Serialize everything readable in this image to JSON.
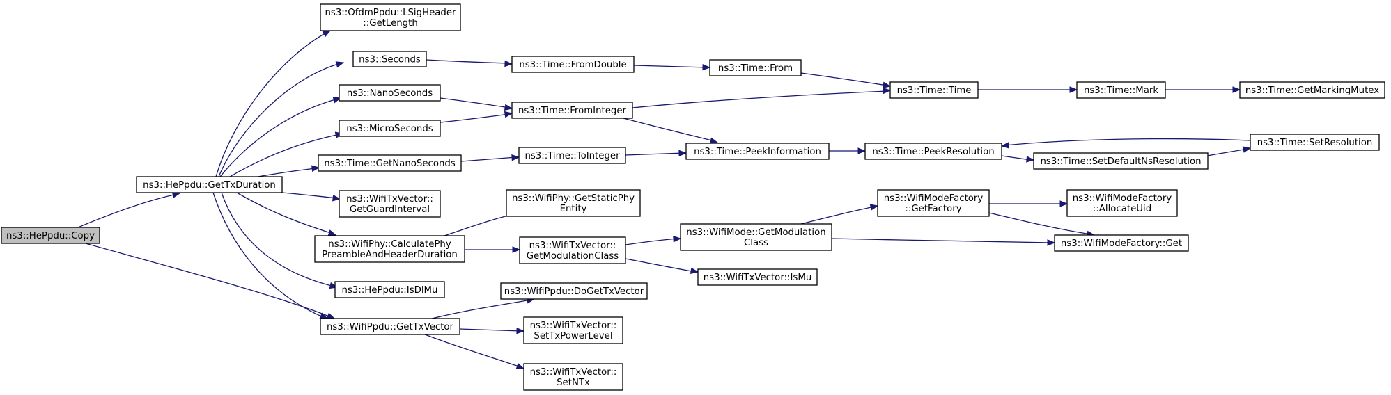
{
  "graph": {
    "colors": {
      "edge": "#191970",
      "node_fill": "#ffffff",
      "root_fill": "#bfbfbf",
      "border": "#000000"
    },
    "nodes": [
      {
        "id": "copy",
        "lines": [
          "ns3::HePpdu::Copy"
        ],
        "root": true
      },
      {
        "id": "gettxduration",
        "lines": [
          "ns3::HePpdu::GetTxDuration"
        ]
      },
      {
        "id": "getlength",
        "lines": [
          "ns3::OfdmPpdu::LSigHeader",
          "::GetLength"
        ]
      },
      {
        "id": "seconds",
        "lines": [
          "ns3::Seconds"
        ]
      },
      {
        "id": "nanoseconds",
        "lines": [
          "ns3::NanoSeconds"
        ]
      },
      {
        "id": "microseconds",
        "lines": [
          "ns3::MicroSeconds"
        ]
      },
      {
        "id": "getnanoseconds",
        "lines": [
          "ns3::Time::GetNanoSeconds"
        ]
      },
      {
        "id": "getguardinterval",
        "lines": [
          "ns3::WifiTxVector::",
          "GetGuardInterval"
        ]
      },
      {
        "id": "calcpreamble",
        "lines": [
          "ns3::WifiPhy::CalculatePhy",
          "PreambleAndHeaderDuration"
        ]
      },
      {
        "id": "isdlmu",
        "lines": [
          "ns3::HePpdu::IsDlMu"
        ]
      },
      {
        "id": "gettxvector",
        "lines": [
          "ns3::WifiPpdu::GetTxVector"
        ]
      },
      {
        "id": "fromdouble",
        "lines": [
          "ns3::Time::FromDouble"
        ]
      },
      {
        "id": "frominteger",
        "lines": [
          "ns3::Time::FromInteger"
        ]
      },
      {
        "id": "tointeger",
        "lines": [
          "ns3::Time::ToInteger"
        ]
      },
      {
        "id": "getstaticphy",
        "lines": [
          "ns3::WifiPhy::GetStaticPhy",
          "Entity"
        ]
      },
      {
        "id": "getmodclass_tx",
        "lines": [
          "ns3::WifiTxVector::",
          "GetModulationClass"
        ]
      },
      {
        "id": "dogettxvector",
        "lines": [
          "ns3::WifiPpdu::DoGetTxVector"
        ]
      },
      {
        "id": "settxpowerlevel",
        "lines": [
          "ns3::WifiTxVector::",
          "SetTxPowerLevel"
        ]
      },
      {
        "id": "setntx",
        "lines": [
          "ns3::WifiTxVector::",
          "SetNTx"
        ]
      },
      {
        "id": "from",
        "lines": [
          "ns3::Time::From"
        ]
      },
      {
        "id": "peekinformation",
        "lines": [
          "ns3::Time::PeekInformation"
        ]
      },
      {
        "id": "getmodclass_mode",
        "lines": [
          "ns3::WifiMode::GetModulation",
          "Class"
        ]
      },
      {
        "id": "ismu",
        "lines": [
          "ns3::WifiTxVector::IsMu"
        ]
      },
      {
        "id": "time",
        "lines": [
          "ns3::Time::Time"
        ]
      },
      {
        "id": "peekresolution",
        "lines": [
          "ns3::Time::PeekResolution"
        ]
      },
      {
        "id": "getfactory",
        "lines": [
          "ns3::WifiModeFactory",
          "::GetFactory"
        ]
      },
      {
        "id": "mark",
        "lines": [
          "ns3::Time::Mark"
        ]
      },
      {
        "id": "setdefaultns",
        "lines": [
          "ns3::Time::SetDefaultNsResolution"
        ]
      },
      {
        "id": "getmarkingmutex",
        "lines": [
          "ns3::Time::GetMarkingMutex"
        ]
      },
      {
        "id": "setresolution",
        "lines": [
          "ns3::Time::SetResolution"
        ]
      },
      {
        "id": "allocateuid",
        "lines": [
          "ns3::WifiModeFactory",
          "::AllocateUid"
        ]
      },
      {
        "id": "get",
        "lines": [
          "ns3::WifiModeFactory::Get"
        ]
      }
    ],
    "edges": [
      [
        "copy",
        "gettxduration"
      ],
      [
        "copy",
        "gettxvector"
      ],
      [
        "gettxduration",
        "getlength"
      ],
      [
        "gettxduration",
        "seconds"
      ],
      [
        "gettxduration",
        "nanoseconds"
      ],
      [
        "gettxduration",
        "microseconds"
      ],
      [
        "gettxduration",
        "getnanoseconds"
      ],
      [
        "gettxduration",
        "getguardinterval"
      ],
      [
        "gettxduration",
        "calcpreamble"
      ],
      [
        "gettxduration",
        "isdlmu"
      ],
      [
        "gettxduration",
        "gettxvector"
      ],
      [
        "seconds",
        "fromdouble"
      ],
      [
        "nanoseconds",
        "frominteger"
      ],
      [
        "microseconds",
        "frominteger"
      ],
      [
        "getnanoseconds",
        "tointeger"
      ],
      [
        "calcpreamble",
        "getstaticphy"
      ],
      [
        "calcpreamble",
        "getmodclass_tx"
      ],
      [
        "gettxvector",
        "dogettxvector"
      ],
      [
        "gettxvector",
        "settxpowerlevel"
      ],
      [
        "gettxvector",
        "setntx"
      ],
      [
        "fromdouble",
        "from"
      ],
      [
        "frominteger",
        "time"
      ],
      [
        "frominteger",
        "peekinformation"
      ],
      [
        "tointeger",
        "peekinformation"
      ],
      [
        "getmodclass_tx",
        "getmodclass_mode"
      ],
      [
        "getmodclass_tx",
        "ismu"
      ],
      [
        "from",
        "time"
      ],
      [
        "peekinformation",
        "peekresolution"
      ],
      [
        "getmodclass_mode",
        "getfactory"
      ],
      [
        "getmodclass_mode",
        "get"
      ],
      [
        "time",
        "mark"
      ],
      [
        "peekresolution",
        "setdefaultns"
      ],
      [
        "mark",
        "getmarkingmutex"
      ],
      [
        "setdefaultns",
        "setresolution"
      ],
      [
        "setresolution",
        "peekresolution"
      ],
      [
        "getfactory",
        "allocateuid"
      ],
      [
        "getfactory",
        "get"
      ]
    ]
  }
}
